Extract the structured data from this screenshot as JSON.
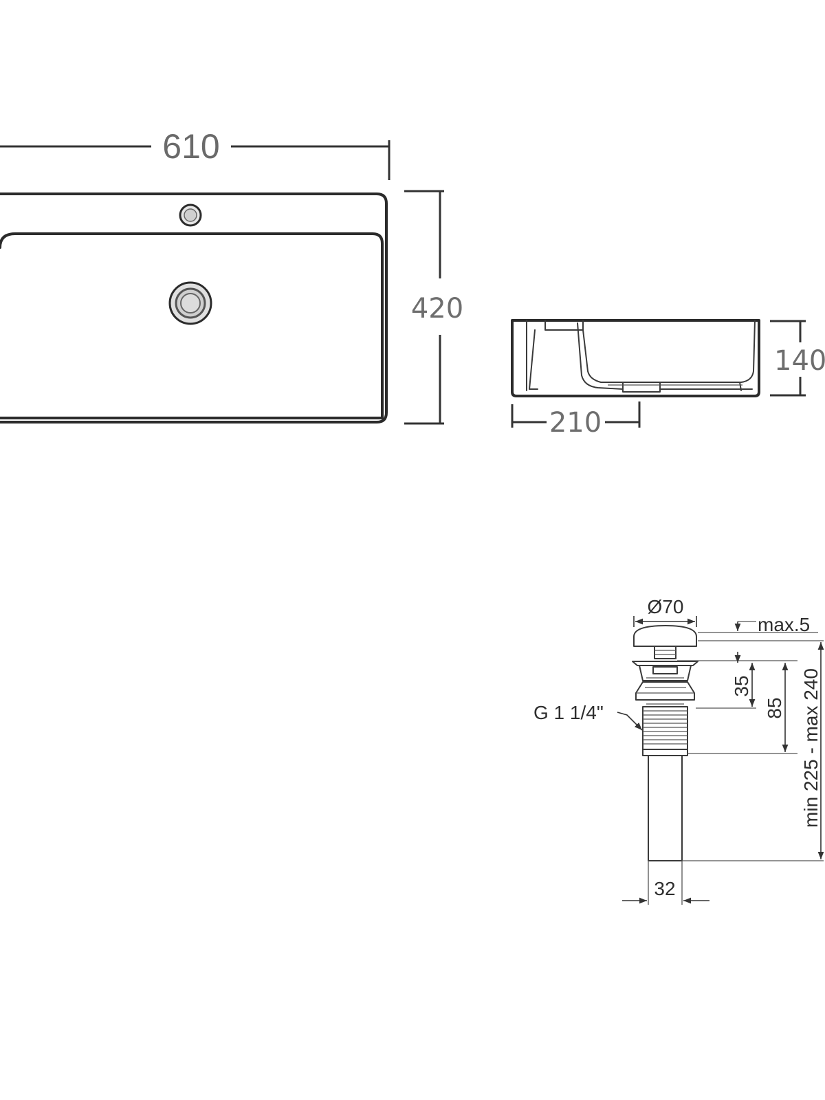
{
  "basin_top_view": {
    "width_label": "610",
    "depth_label": "420"
  },
  "basin_side_view": {
    "height_label": "140",
    "base_label": "210"
  },
  "drain_detail": {
    "cap_diameter_label": "Ø70",
    "max_gap_label": "max.5",
    "inner_height_label": "35",
    "thread_height_label": "85",
    "total_length_label": "min 225 - max 240",
    "thread_label": "G 1 1/4\"",
    "pipe_diameter_label": "32"
  }
}
